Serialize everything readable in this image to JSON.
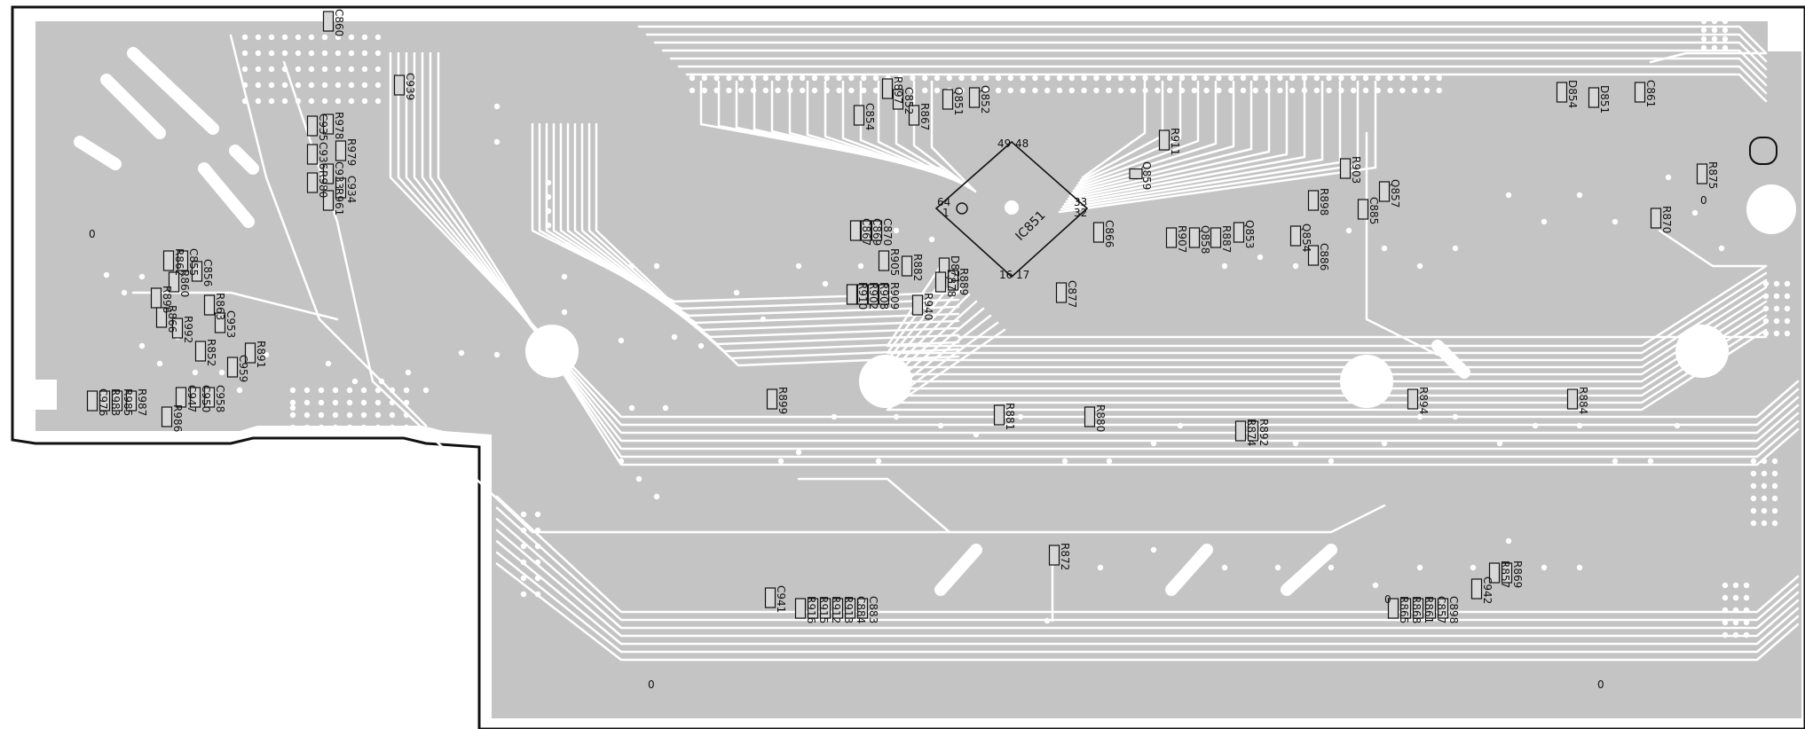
{
  "colors": {
    "board": "#c4c4c4",
    "trace": "#ffffff",
    "outline": "#111111",
    "pad": "#ffffff",
    "part_fill": "#d8d8d8",
    "part_stroke": "#111111",
    "background": "#ffffff"
  },
  "ic": {
    "name": "IC851",
    "pin_labels": {
      "p49": "49",
      "p48": "48",
      "p64": "64",
      "p1": "1",
      "p33": "33",
      "p32": "32",
      "p16": "16",
      "p17": "17"
    }
  },
  "marks": {
    "zero": "0",
    "connector_o": "O"
  },
  "components": [
    "R897",
    "C852",
    "Q851",
    "Q852",
    "C854",
    "R867",
    "R911",
    "Q859",
    "R898",
    "R903",
    "Q857",
    "Q854",
    "C885",
    "C886",
    "Q853",
    "R887",
    "Q858",
    "R907",
    "C866",
    "C877",
    "R905",
    "C870",
    "C869",
    "C867",
    "R882",
    "D871",
    "C878",
    "R889",
    "R909",
    "R908",
    "R902",
    "R910",
    "R940",
    "C860",
    "R978",
    "C935",
    "C936",
    "R980",
    "R979",
    "C933",
    "C934",
    "R961",
    "C939",
    "R862",
    "C855",
    "C856",
    "R860",
    "R896",
    "R866",
    "R992",
    "R863",
    "C953",
    "R852",
    "C959",
    "R891",
    "C976",
    "R983",
    "R985",
    "R987",
    "C947",
    "C950",
    "C958",
    "R986",
    "R899",
    "R881",
    "R880",
    "R874",
    "R892",
    "R894",
    "R884",
    "R872",
    "C941",
    "R916",
    "R915",
    "R912",
    "R913",
    "C884",
    "C883",
    "R865",
    "R868",
    "R861",
    "C857",
    "C898",
    "C942",
    "R857",
    "R869",
    "D854",
    "D851",
    "C861",
    "R875",
    "R870"
  ]
}
